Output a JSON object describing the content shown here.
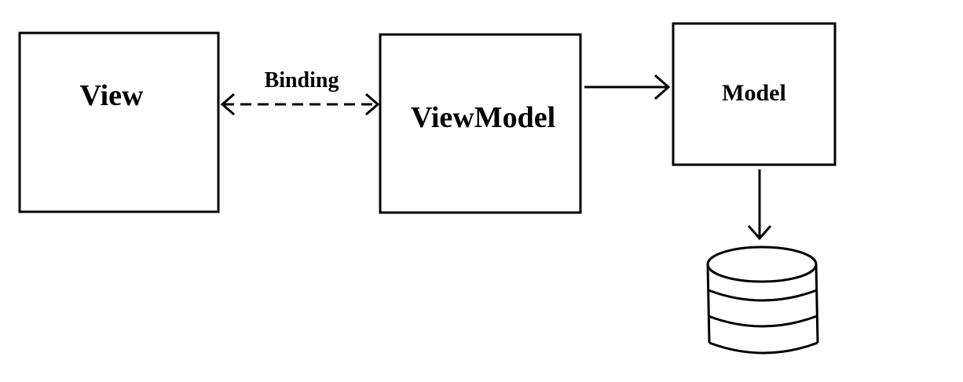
{
  "diagram": {
    "nodes": {
      "view": {
        "label": "View"
      },
      "viewmodel": {
        "label": "ViewModel"
      },
      "model": {
        "label": "Model"
      },
      "database": {
        "label": ""
      }
    },
    "edges": {
      "binding": {
        "label": "Binding",
        "from": "View",
        "to": "ViewModel",
        "style": "dashed",
        "direction": "both"
      },
      "viewmodel_to_model": {
        "label": "",
        "from": "ViewModel",
        "to": "Model",
        "style": "solid",
        "direction": "forward"
      },
      "model_to_database": {
        "label": "",
        "from": "Model",
        "to": "database",
        "style": "solid",
        "direction": "forward"
      }
    },
    "colors": {
      "stroke": "#000000",
      "background": "#ffffff"
    }
  }
}
